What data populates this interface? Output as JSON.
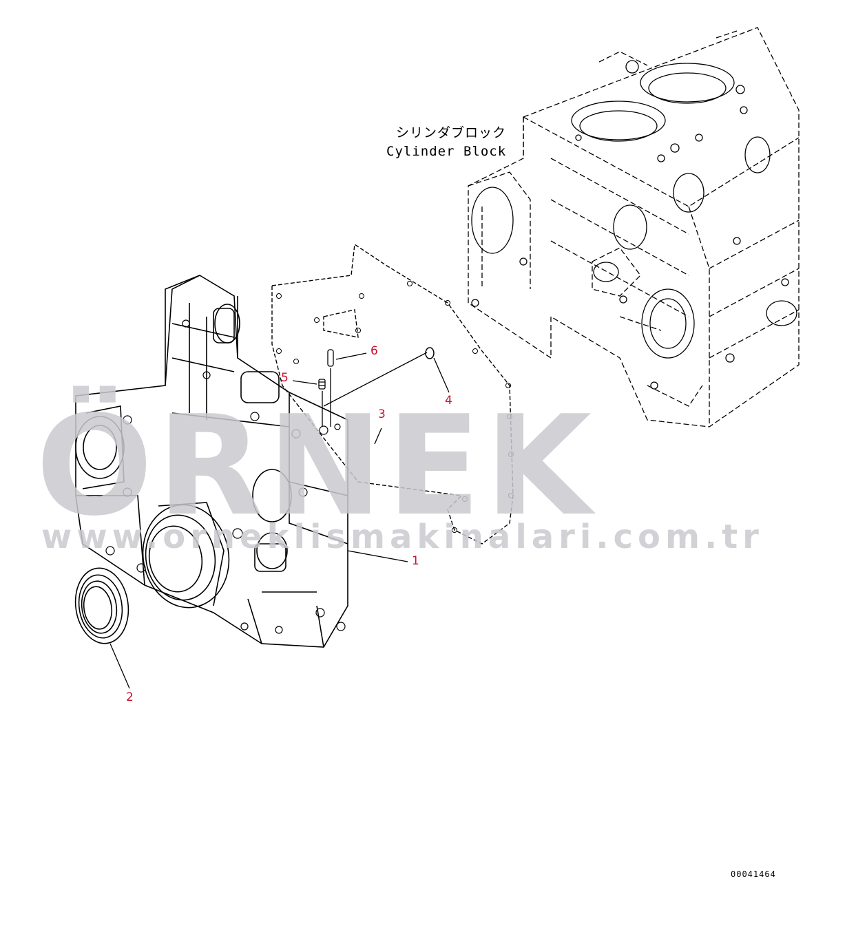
{
  "reference_label": {
    "japanese": "シリンダブロック",
    "english": "Cylinder Block"
  },
  "callouts": [
    "1",
    "2",
    "3",
    "4",
    "5",
    "6"
  ],
  "drawing_number": "00041464",
  "watermark": {
    "logo_text": "ÖRNEK",
    "url": "www.orneklismakinalari.com.tr"
  },
  "colors": {
    "callout": "#c8102e",
    "line": "#000000",
    "watermark": "#c9c9d0",
    "watermark_accent": "#f2d16b"
  }
}
